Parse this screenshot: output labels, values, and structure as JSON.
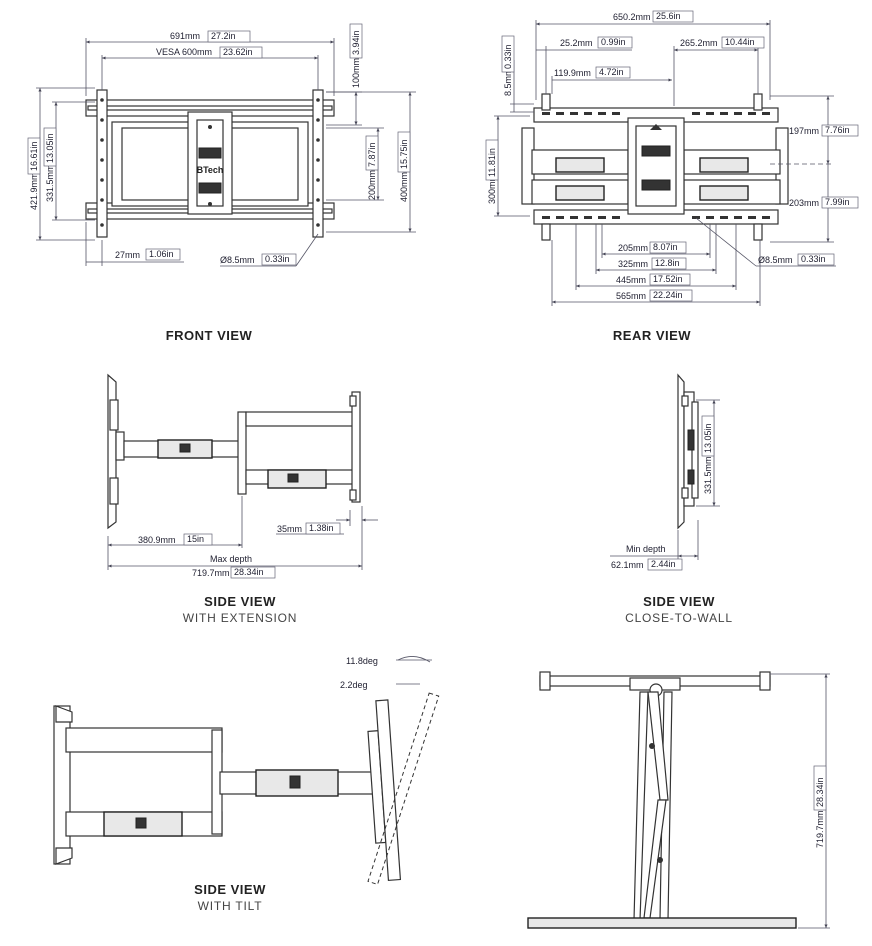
{
  "views": {
    "front": {
      "title": "FRONT VIEW"
    },
    "rear": {
      "title": "REAR VIEW"
    },
    "side_ext": {
      "title": "SIDE VIEW",
      "subtitle": "WITH EXTENSION"
    },
    "side_wall": {
      "title": "SIDE VIEW",
      "subtitle": "CLOSE-TO-WALL"
    },
    "side_tilt": {
      "title": "SIDE VIEW",
      "subtitle": "WITH TILT"
    }
  },
  "logo": "BTech",
  "dims": {
    "front_width": {
      "mm": "691mm",
      "in": "27.2in"
    },
    "front_vesa": {
      "mm": "VESA 600mm",
      "in": "23.62in"
    },
    "front_100": {
      "mm": "100mm",
      "in": "3.94in"
    },
    "front_200": {
      "mm": "200mm",
      "in": "7.87in"
    },
    "front_400": {
      "mm": "400mm",
      "in": "15.75in"
    },
    "front_421": {
      "mm": "421.9mm",
      "in": "16.61in"
    },
    "front_331": {
      "mm": "331.5mm",
      "in": "13.05in"
    },
    "front_27": {
      "mm": "27mm",
      "in": "1.06in"
    },
    "front_hole": {
      "mm": "Ø8.5mm",
      "in": "0.33in"
    },
    "rear_width": {
      "mm": "650.2mm",
      "in": "25.6in"
    },
    "rear_85": {
      "mm": "8.5mm",
      "in": "0.33in"
    },
    "rear_252": {
      "mm": "25.2mm",
      "in": "0.99in"
    },
    "rear_265": {
      "mm": "265.2mm",
      "in": "10.44in"
    },
    "rear_119": {
      "mm": "119.9mm",
      "in": "4.72in"
    },
    "rear_300": {
      "mm": "300mm",
      "in": "11.81in"
    },
    "rear_197": {
      "mm": "197mm",
      "in": "7.76in"
    },
    "rear_203": {
      "mm": "203mm",
      "in": "7.99in"
    },
    "rear_205": {
      "mm": "205mm",
      "in": "8.07in"
    },
    "rear_325": {
      "mm": "325mm",
      "in": "12.8in"
    },
    "rear_445": {
      "mm": "445mm",
      "in": "17.52in"
    },
    "rear_565": {
      "mm": "565mm",
      "in": "22.24in"
    },
    "rear_hole": {
      "mm": "Ø8.5mm",
      "in": "0.33in"
    },
    "ext_380": {
      "mm": "380.9mm",
      "in": "15in"
    },
    "ext_35": {
      "mm": "35mm",
      "in": "1.38in"
    },
    "ext_max_label": "Max depth",
    "ext_max": {
      "mm": "719.7mm",
      "in": "28.34in"
    },
    "wall_331": {
      "mm": "331.5mm",
      "in": "13.05in"
    },
    "wall_min_label": "Min depth",
    "wall_min": {
      "mm": "62.1mm",
      "in": "2.44in"
    },
    "tilt_118": "11.8deg",
    "tilt_22": "2.2deg",
    "top_719": {
      "mm": "719.7mm",
      "in": "28.34in"
    }
  }
}
